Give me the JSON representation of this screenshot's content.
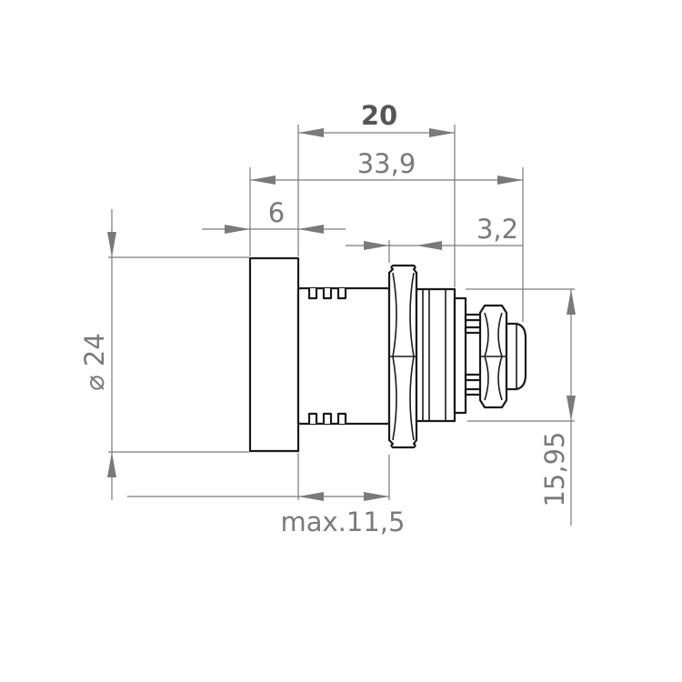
{
  "drawing": {
    "dimensions": {
      "overall_mount_depth": "20",
      "overall_length": "33,9",
      "cap_thickness": "6",
      "terminal_length": "3,2",
      "diameter": "⌀ 24",
      "body_length_max": "max.11,5",
      "terminal_height": "15,95"
    },
    "colors": {
      "outline": "#1a1a1a",
      "dimension_lines": "#7a7a7a",
      "background": "#ffffff"
    }
  }
}
